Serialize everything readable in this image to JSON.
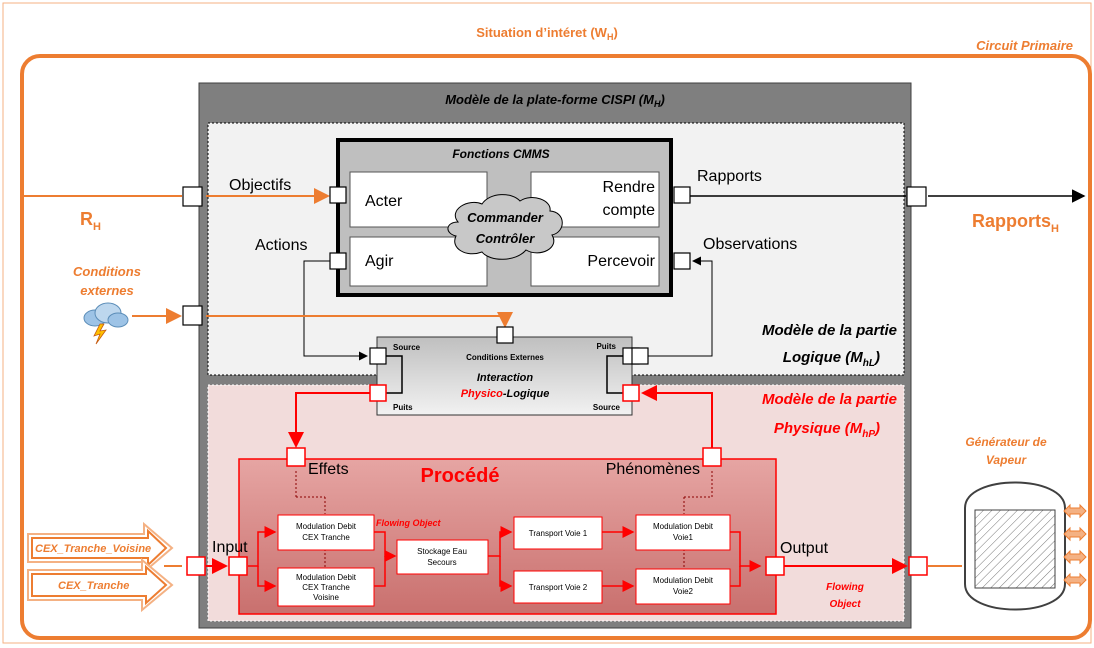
{
  "situation_label": "Situation d’intéret (W",
  "situation_sub": "H",
  "situation_close": ")",
  "circuit_label": "Circuit Primaire",
  "cispi_label": "Modèle de la plate-forme CISPI (M",
  "cispi_sub": "H",
  "cispi_close": ")",
  "cmms_title": "Fonctions CMMS",
  "acter": "Acter",
  "rendre1": "Rendre",
  "rendre2": "compte",
  "agir": "Agir",
  "percevoir": "Percevoir",
  "commander": "Commander",
  "controler": "Contrôler",
  "objectifs": "Objectifs",
  "actions": "Actions",
  "rapports": "Rapports",
  "observations": "Observations",
  "rh": "R",
  "rh_sub": "H",
  "rapportsh": "Rapports",
  "rapportsh_sub": "H",
  "cond_ext_1": "Conditions",
  "cond_ext_2": "externes",
  "logique_1": "Modèle de la partie",
  "logique_2": "Logique (M",
  "logique_sub": "hL",
  "logique_close": ")",
  "physique_1": "Modèle de la partie",
  "physique_2": "Physique (M",
  "physique_sub": "hP",
  "physique_close": ")",
  "inter_source": "Source",
  "inter_puits_top": "Puits",
  "inter_cond": "Conditions Externes",
  "inter_1": "Interaction",
  "inter_2a": "Physico",
  "inter_2b": "-Logique",
  "inter_puits_bottom": "Puits",
  "inter_source_bottom": "Source",
  "procede": "Procédé",
  "effets": "Effets",
  "phenomenes": "Phénomènes",
  "input": "Input",
  "output": "Output",
  "flowing_obj": "Flowing Object",
  "flowing_1": "Flowing",
  "flowing_2": "Object",
  "b_mod1_1": "Modulation Debit",
  "b_mod1_2": "CEX Tranche",
  "b_mod2_1": "Modulation Debit",
  "b_mod2_2": "CEX Tranche",
  "b_mod2_3": "Voisine",
  "b_stock_1": "Stockage Eau",
  "b_stock_2": "Secours",
  "b_tv1": "Transport Voie 1",
  "b_tv2": "Transport Voie 2",
  "b_mv1_1": "Modulation Debit",
  "b_mv1_2": "Voie1",
  "b_mv2_1": "Modulation Debit",
  "b_mv2_2": "Voie2",
  "cex_voisine": "CEX_Tranche_Voisine",
  "cex_tranche": "CEX_Tranche",
  "generateur_1": "Générateur de",
  "generateur_2": "Vapeur",
  "colors": {
    "orange": "#ED7D31",
    "red": "#FF0000",
    "gray_outer": "#7F7F7F",
    "logic_bg": "#F2F2F2",
    "physic_bg": "#F2DCDB",
    "procede_bg": "#D99594"
  }
}
